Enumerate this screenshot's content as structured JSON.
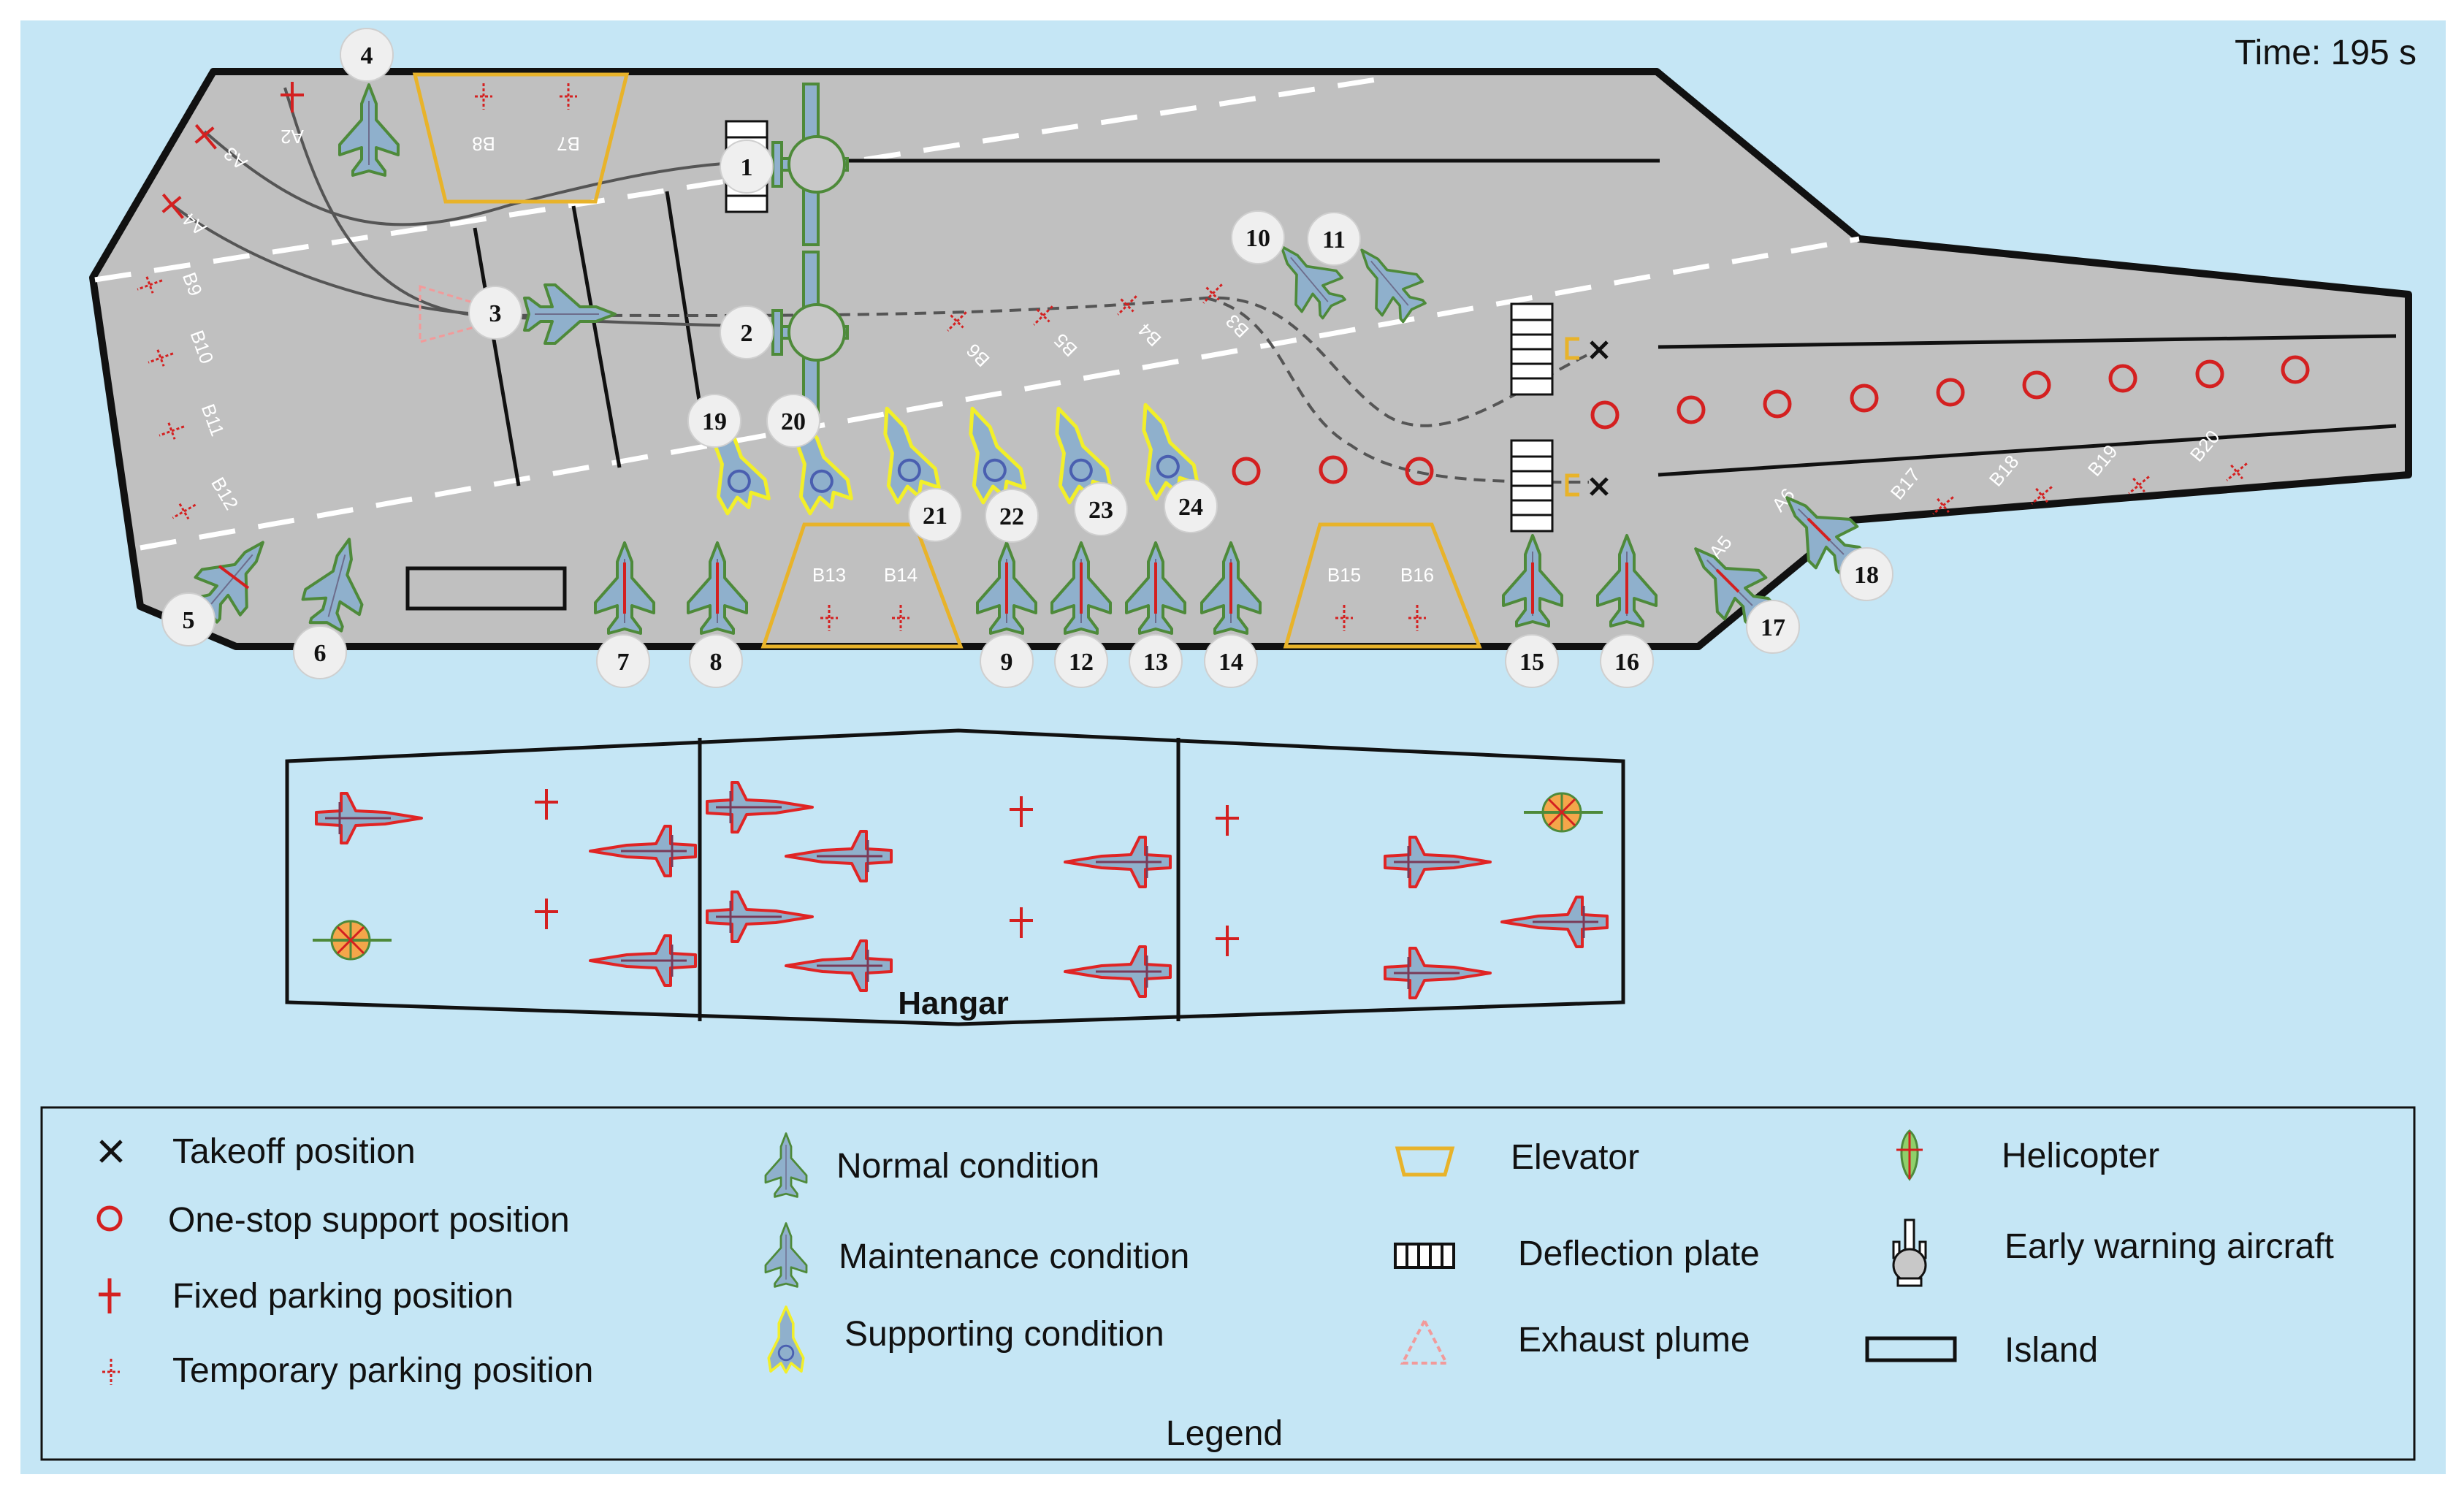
{
  "time_label": "Time: 195 s",
  "hangar_label": "Hangar",
  "legend": {
    "title": "Legend",
    "items": [
      {
        "label": "Takeoff position",
        "icon": "takeoff-x-icon"
      },
      {
        "label": "One-stop support position",
        "icon": "support-circle-icon"
      },
      {
        "label": "Fixed parking position",
        "icon": "fixed-parking-icon"
      },
      {
        "label": "Temporary parking position",
        "icon": "temporary-parking-icon"
      },
      {
        "label": "Normal condition",
        "icon": "normal-aircraft-icon"
      },
      {
        "label": "Maintenance condition",
        "icon": "maintenance-aircraft-icon"
      },
      {
        "label": "Supporting condition",
        "icon": "supporting-aircraft-icon"
      },
      {
        "label": "Elevator",
        "icon": "elevator-icon"
      },
      {
        "label": "Deflection plate",
        "icon": "deflection-plate-icon"
      },
      {
        "label": "Exhaust plume",
        "icon": "exhaust-plume-icon"
      },
      {
        "label": "Helicopter",
        "icon": "helicopter-icon"
      },
      {
        "label": "Early warning aircraft",
        "icon": "early-warning-aircraft-icon"
      },
      {
        "label": "Island",
        "icon": "island-icon"
      }
    ]
  },
  "aircraft_numbers": [
    "1",
    "2",
    "3",
    "4",
    "5",
    "6",
    "7",
    "8",
    "9",
    "10",
    "11",
    "12",
    "13",
    "14",
    "15",
    "16",
    "17",
    "18",
    "19",
    "20",
    "21",
    "22",
    "23",
    "24"
  ],
  "parking_labels": {
    "A2": "A2",
    "A3": "A3",
    "A4": "A4",
    "A5": "A5",
    "A6": "A6",
    "B3": "B3",
    "B4": "B4",
    "B5": "B5",
    "B6": "B6",
    "B7": "B7",
    "B8": "B8",
    "B9": "B9",
    "B10": "B10",
    "B11": "B11",
    "B12": "B12",
    "B13": "B13",
    "B14": "B14",
    "B15": "B15",
    "B16": "B16",
    "B17": "B17",
    "B18": "B18",
    "B19": "B19",
    "B20": "B20"
  },
  "colors": {
    "background": "#c5e6f5",
    "deck": "#c0c0c0",
    "normal_outline": "#4e8a3a",
    "maintenance_outline": "#e02424",
    "supporting_outline": "#f2ef2a",
    "elevator": "#e8b32a",
    "aircraft_fill": "#8fb0cc",
    "marker_red": "#d42020"
  }
}
